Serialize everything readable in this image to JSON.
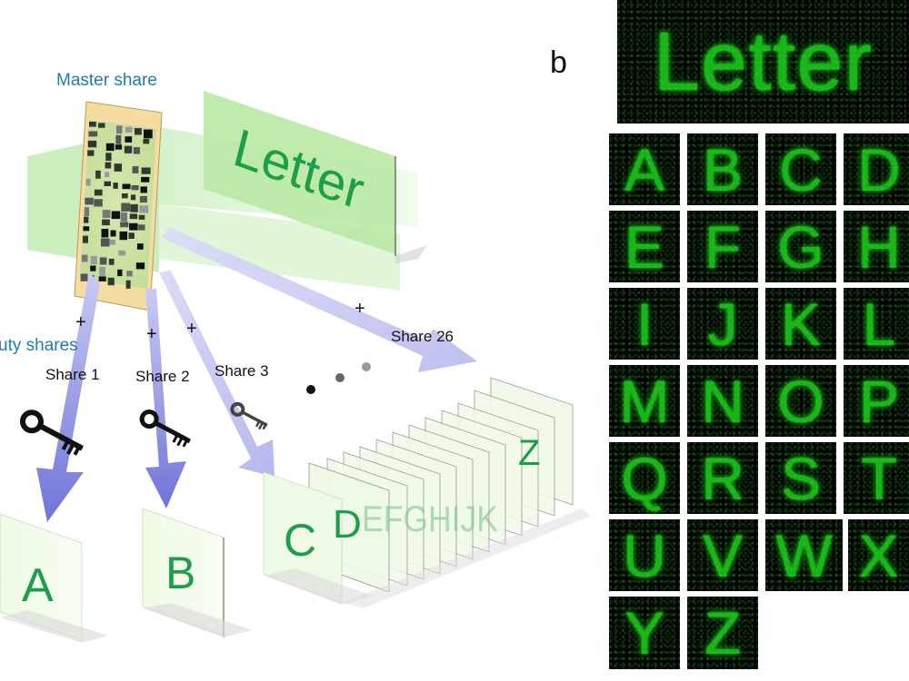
{
  "panel_b_label": "b",
  "master_label": "Master share",
  "beauty_label": "uty shares",
  "main_letter": "Letter",
  "plus": "+",
  "share_labels": [
    "Share 1",
    "Share 2",
    "Share 3",
    "Share 26"
  ],
  "decoded_front": [
    "A",
    "B",
    "C",
    "D"
  ],
  "stack_letters": "EFGHIJK",
  "stack_last": "Z",
  "results_top": "Letter",
  "results_letters": [
    "A",
    "B",
    "C",
    "D",
    "E",
    "F",
    "G",
    "H",
    "I",
    "J",
    "K",
    "L",
    "M",
    "N",
    "O",
    "P",
    "Q",
    "R",
    "S",
    "T",
    "U",
    "V",
    "W",
    "X",
    "Y",
    "Z"
  ],
  "colors": {
    "accent_blue": "#1f7ab6",
    "letter_green": "#1e9e4a",
    "beam_green": "#a8e39a",
    "arrow_blue": "#8a8ee0",
    "glow_green": "#1fd21f"
  }
}
